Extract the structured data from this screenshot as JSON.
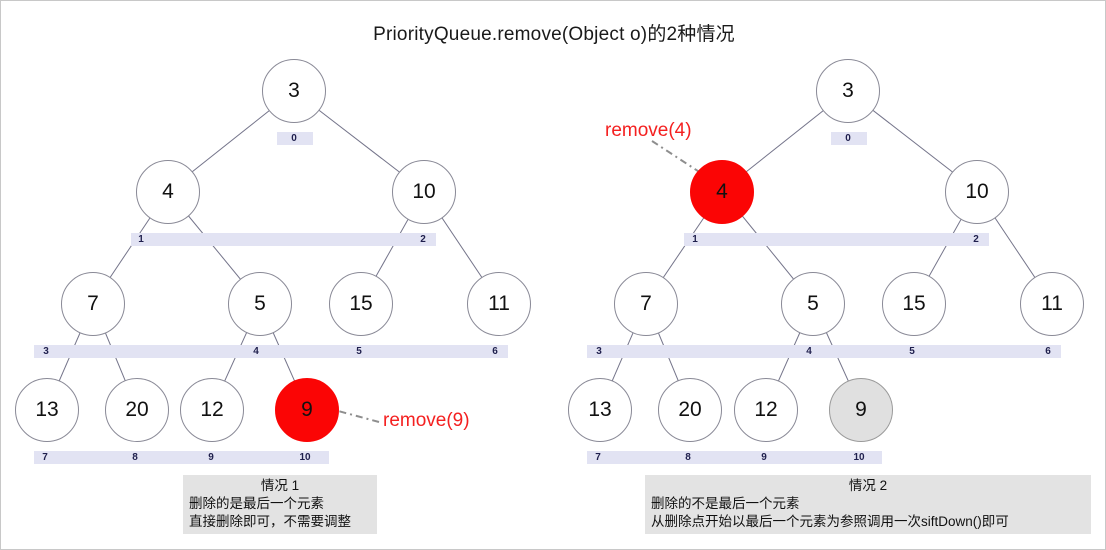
{
  "title": "PriorityQueue.remove(Object o)的2种情况",
  "colors": {
    "node_fill": "#ffffff",
    "node_stroke": "#8a8a97",
    "highlight_red": "#fb0505",
    "highlight_grey": "#e0e0e0",
    "annotation_red": "#f42020",
    "index_band": "#e2e3f3",
    "caption_bg": "#e3e3e3",
    "edge": "#74748a"
  },
  "panels": [
    {
      "id": "left",
      "name": "case-1",
      "annotation": {
        "text": "remove(9)",
        "target_value": "9"
      },
      "nodes": [
        {
          "value": "3",
          "index": "0",
          "state": "normal"
        },
        {
          "value": "4",
          "index": "1",
          "state": "normal"
        },
        {
          "value": "10",
          "index": "2",
          "state": "normal"
        },
        {
          "value": "7",
          "index": "3",
          "state": "normal"
        },
        {
          "value": "5",
          "index": "4",
          "state": "normal"
        },
        {
          "value": "15",
          "index": "5",
          "state": "normal"
        },
        {
          "value": "11",
          "index": "6",
          "state": "normal"
        },
        {
          "value": "13",
          "index": "7",
          "state": "normal"
        },
        {
          "value": "20",
          "index": "8",
          "state": "normal"
        },
        {
          "value": "12",
          "index": "9",
          "state": "normal"
        },
        {
          "value": "9",
          "index": "10",
          "state": "red"
        }
      ],
      "caption": {
        "title": "情况 1",
        "line1": "删除的是最后一个元素",
        "line2": "直接删除即可，不需要调整"
      }
    },
    {
      "id": "right",
      "name": "case-2",
      "annotation": {
        "text": "remove(4)",
        "target_value": "4"
      },
      "nodes": [
        {
          "value": "3",
          "index": "0",
          "state": "normal"
        },
        {
          "value": "4",
          "index": "1",
          "state": "red"
        },
        {
          "value": "10",
          "index": "2",
          "state": "normal"
        },
        {
          "value": "7",
          "index": "3",
          "state": "normal"
        },
        {
          "value": "5",
          "index": "4",
          "state": "normal"
        },
        {
          "value": "15",
          "index": "5",
          "state": "normal"
        },
        {
          "value": "11",
          "index": "6",
          "state": "normal"
        },
        {
          "value": "13",
          "index": "7",
          "state": "normal"
        },
        {
          "value": "20",
          "index": "8",
          "state": "normal"
        },
        {
          "value": "12",
          "index": "9",
          "state": "normal"
        },
        {
          "value": "9",
          "index": "10",
          "state": "grey"
        }
      ],
      "caption": {
        "title": "情况 2",
        "line1": "删除的不是最后一个元素",
        "line2": "从删除点开始以最后一个元素为参照调用一次siftDown()即可"
      }
    }
  ]
}
